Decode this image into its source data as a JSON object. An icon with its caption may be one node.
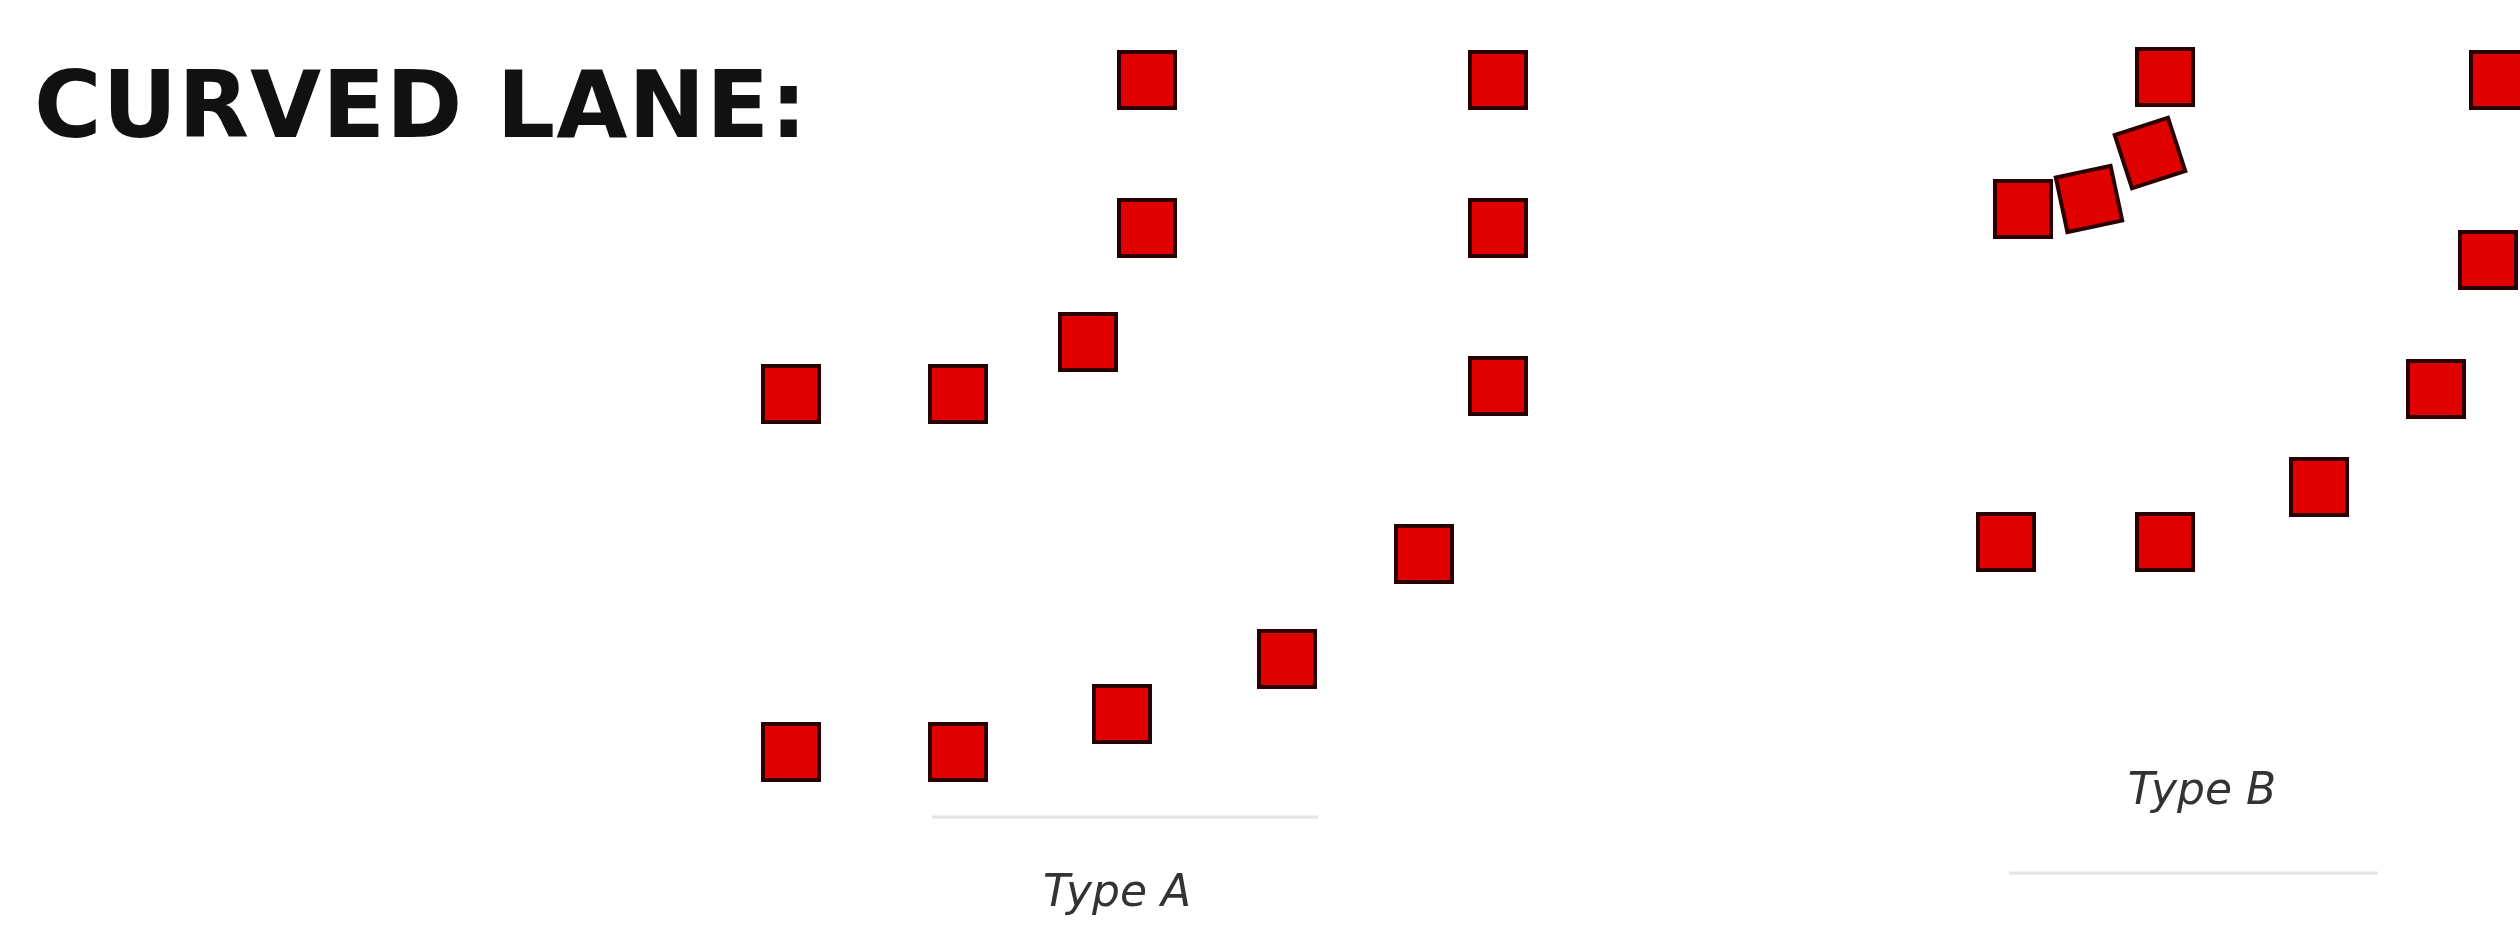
{
  "diagram": {
    "title": "CURVED LANE:",
    "labels": [
      "Type A",
      "Type B"
    ]
  }
}
